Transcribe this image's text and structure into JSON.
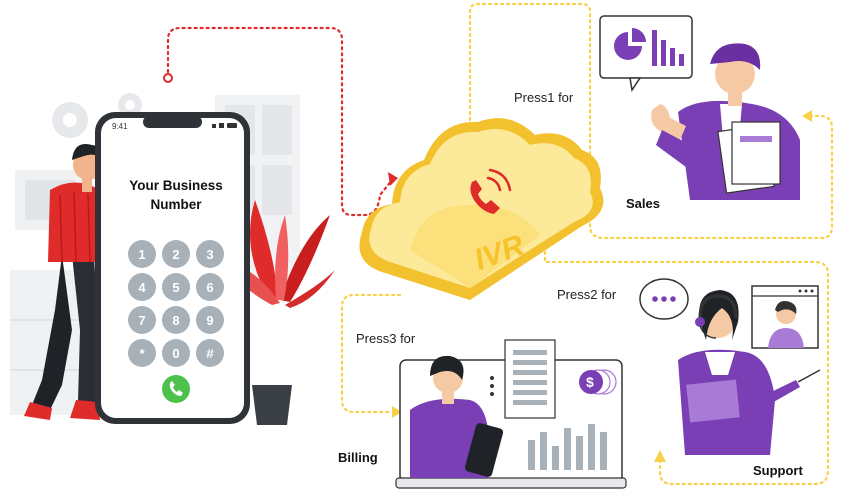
{
  "phone": {
    "title_line1": "Your Business",
    "title_line2": "Number",
    "keys": [
      "1",
      "2",
      "3",
      "4",
      "5",
      "6",
      "7",
      "8",
      "9",
      "*",
      "0",
      "#"
    ]
  },
  "cloud": {
    "label": "IVR"
  },
  "routes": {
    "sales": {
      "prompt": "Press1 for",
      "department": "Sales"
    },
    "support": {
      "prompt": "Press2 for",
      "department": "Support"
    },
    "billing": {
      "prompt": "Press3 for",
      "department": "Billing"
    }
  },
  "colors": {
    "purple": "#7b3fb5",
    "purple_light": "#a77bd6",
    "red": "#e02b2b",
    "yellow": "#f7d14a",
    "cloud": "#fde99a",
    "green_call": "#4cc24c",
    "gray_key": "#a8b0b8"
  }
}
